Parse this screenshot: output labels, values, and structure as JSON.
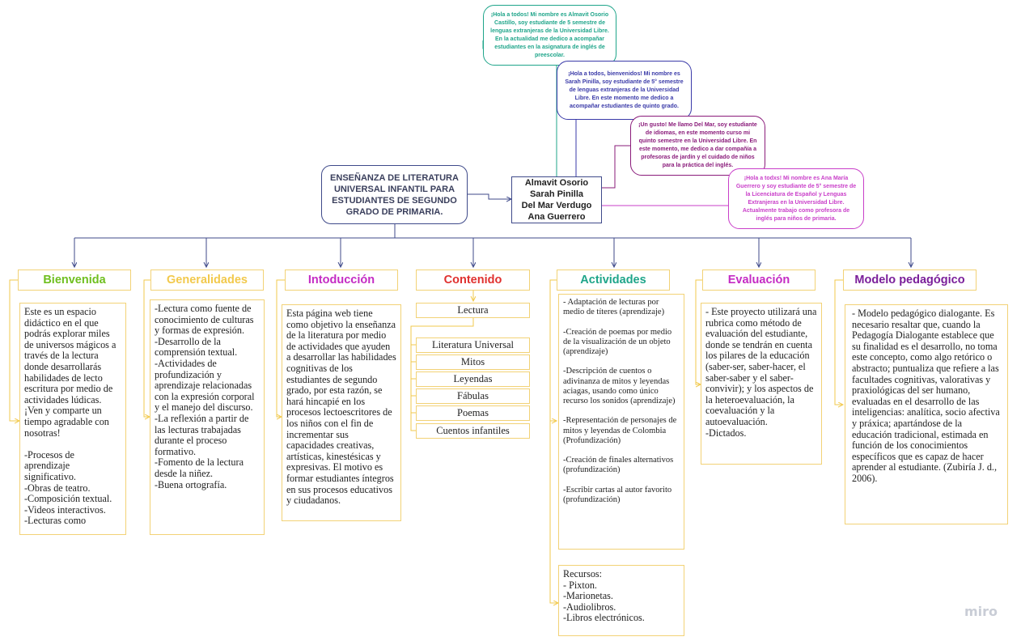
{
  "title": "ENSEÑANZA DE LITERATURA UNIVERSAL INFANTIL PARA ESTUDIANTES DE SEGUNDO GRADO DE PRIMARIA.",
  "authors": "Almavit Osorio\nSarah Pinilla\nDel Mar Verdugo\nAna Guerrero",
  "bubbles": [
    {
      "text": "¡Hola a todos! Mi nombre es Almavit Osorio Castillo, soy estudiante de 5 semestre de lenguas extranjeras de la Universidad Libre. En la actualidad me dedico a acompañar  estudiantes en la asignatura de inglés  de preescolar.",
      "color": "#1fa58a"
    },
    {
      "text": "¡Hola a todos, bienvenidos! Mi nombre es Sarah Pinilla, soy estudiante de 5° semestre de lenguas extranjeras de la Universidad Libre. En este momento me dedico a acompañar estudiantes de quinto grado.",
      "color": "#3a3aa8"
    },
    {
      "text": "¡Un gusto! Me llamo Del Mar, soy estudiante de idiomas, en este momento curso mi quinto semestre en la Universidad Libre. En este momento, me dedico a dar compañía a profesoras de jardín y el cuidado de niños para la práctica del inglés.",
      "color": "#8a1b7a"
    },
    {
      "text": "¡Hola a todxs! Mi nombre es Ana María Guerrero y soy estudiante de 5° semestre de la Licenciatura de Español y Lenguas Extranjeras en la Universidad Libre. Actualmente trabajo como profesora de inglés para niños de primaria.",
      "color": "#c93fc9"
    }
  ],
  "sections": [
    {
      "heading": "Bienvenida",
      "color": "#6fbf1f",
      "text": "Este es un espacio didáctico en el que podrás explorar miles de universos mágicos a través de la lectura donde desarrollarás habilidades  de lecto escritura por medio de actividades lúdicas. ¡Ven y comparte un tiempo agradable con nosotras!\n\n-Procesos de aprendizaje significativo.\n-Obras de teatro.\n-Composición textual.\n-Videos interactivos.\n-Lecturas como"
    },
    {
      "heading": "Generalidades",
      "color": "#f2c94c",
      "text": "-Lectura como fuente de conocimiento de culturas y formas de expresión.\n-Desarrollo de la comprensión textual.\n-Actividades de profundización y aprendizaje relacionadas con la expresión corporal y el manejo del discurso.\n-La reflexión a partir de las lecturas trabajadas durante el proceso formativo.\n-Fomento de la lectura desde la niñez.\n-Buena ortografía."
    },
    {
      "heading": "Intoducción",
      "color": "#c42bc4",
      "text": "Esta página web tiene como objetivo la enseñanza de la literatura por medio de actividades que ayuden a desarrollar las habilidades cognitivas de los estudiantes de segundo grado, por esta razón, se hará hincapié en los procesos lectoescritores de los niños con el fin de incrementar sus capacidades creativas, artísticas, kinestésicas y expresivas. El motivo es formar estudiantes íntegros en sus procesos educativos y ciudadanos."
    },
    {
      "heading": "Contenido",
      "color": "#e0312f",
      "items": [
        "Lectura",
        "Literatura Universal",
        "Mitos",
        "Leyendas",
        "Fábulas",
        "Poemas",
        "Cuentos infantiles"
      ]
    },
    {
      "heading": "Actividades",
      "color": "#1fa58a",
      "text": "- Adaptación de lecturas por medio de títeres (aprendizaje)\n\n-Creación de poemas por medio de la visualización de un objeto (aprendizaje)\n\n-Descripción de cuentos o adivinanza de mitos y leyendas aciagas, usando como único recurso los sonidos (aprendizaje)\n\n-Representación de personajes de mitos y leyendas de Colombia (Profundización)\n\n-Creación de finales alternativos (profundización)\n\n-Escribir cartas al autor favorito (profundización)",
      "resources": "  Recursos:\n- Pixton.\n-Marionetas.\n-Audiolibros.\n-Libros electrónicos."
    },
    {
      "heading": "Evaluación",
      "color": "#c42bc4",
      "text": "- Este proyecto utilizará una rubrica como método de evaluación del estudiante, donde se tendrán en cuenta los pilares de la educación (saber-ser, saber-hacer, el saber-saber y el saber-convivir); y los aspectos de la heteroevaluación, la coevaluación y la autoevaluación.\n-Dictados."
    },
    {
      "heading": "Modelo pedagógico",
      "color": "#7a1f9a",
      "text": "- Modelo pedagógico dialogante. Es necesario resaltar que, cuando la Pedagogía Dialogante establece que su finalidad  es el desarrollo, no toma este concepto, como algo retórico o abstracto;  puntualiza que refiere a las facultades cognitivas, valorativas y praxiológicas del ser humano, evaluadas en el desarrollo de las inteligencias: analítica, socio afectiva  y práxica; apartándose de la educación tradicional, estimada  en función de los conocimientos específicos que es capaz de hacer aprender al estudiante.  (Zubiría J. d., 2006)."
    }
  ],
  "watermark": "miro"
}
